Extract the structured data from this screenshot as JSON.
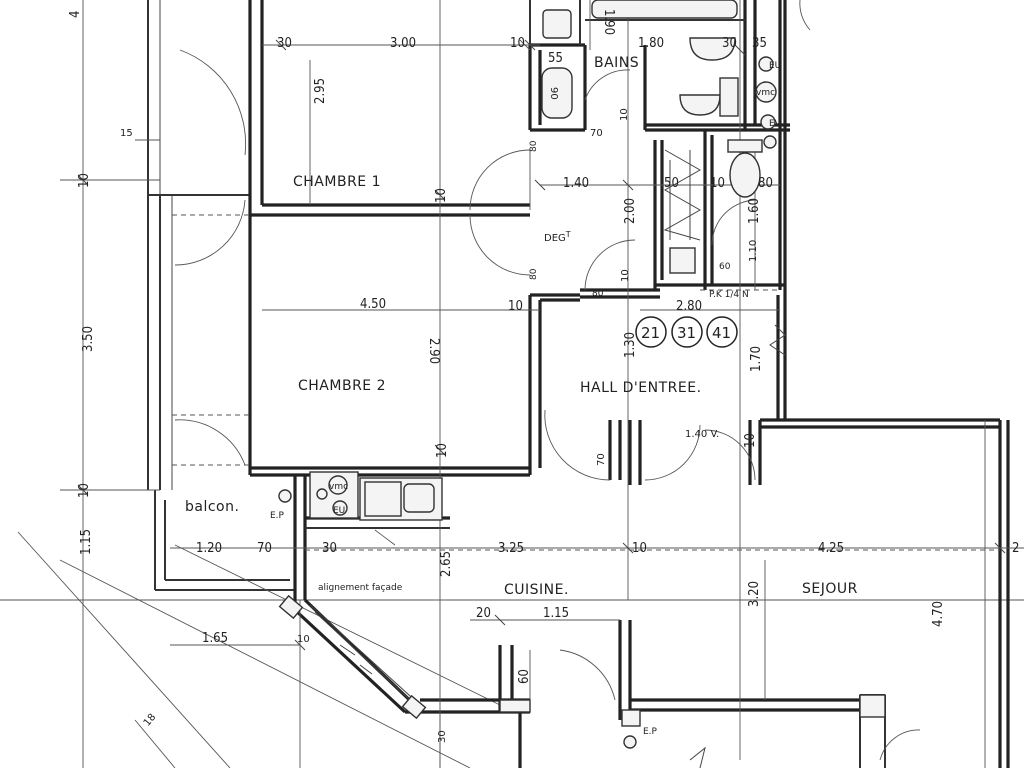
{
  "rooms": {
    "chambre1": "CHAMBRE 1",
    "chambre2": "CHAMBRE 2",
    "bains": "BAINS",
    "deg": "DEG",
    "deg_sup": "T",
    "hall": "HALL D'ENTREE.",
    "cuisine": "CUISINE.",
    "sejour": "SEJOUR",
    "balcon": "balcon."
  },
  "apartment_numbers": [
    "21",
    "31",
    "41"
  ],
  "annotations": {
    "pkvn": "P.K 1/4 N",
    "v140": "1.40 V.",
    "ep_top": "E.P",
    "ep_bottom": "E.P",
    "vmc_bath": "vmc",
    "vmc_kitchen": "vmc",
    "eu_1": "EU",
    "ev_1": "EV",
    "eu_2": "EU",
    "alignement": "alignement façade"
  },
  "dimensions": {
    "d_300": "3.00",
    "d_30a": "30",
    "d_10a": "10",
    "d_190": "1.90",
    "d_180": "1.80",
    "d_30b": "30",
    "d_35": "35",
    "d_295": "2.95",
    "d_55": "55",
    "d_90": "90",
    "d_70a": "70",
    "d_10b": "10",
    "d_80a": "80",
    "d_140": "1.40",
    "d_50": "50",
    "d_10c": "10",
    "d_80b": "80",
    "d_200": "2.00",
    "d_160": "1.60",
    "d_10d": "10",
    "d_15": "15",
    "d_10e": "10",
    "d_350": "3.50",
    "d_450": "4.50",
    "d_10f": "10",
    "d_80c": "80",
    "d_10g": "10",
    "d_80d": "80",
    "d_280": "2.80",
    "d_60": "60",
    "d_110": "1.10",
    "d_290": "2.90",
    "d_130": "1.30",
    "d_170": "1.70",
    "d_10h": "10",
    "d_10i": "10",
    "d_70b": "70",
    "d_10j": "10",
    "d_10k": "10",
    "d_115": "1.15",
    "d_120": "1.20",
    "d_70c": "70",
    "d_30c": "30",
    "d_265": "2.65",
    "d_325": "3.25",
    "d_10l": "10",
    "d_425": "4.25",
    "d_2": "2",
    "d_320": "3.20",
    "d_470": "4.70",
    "d_20": "20",
    "d_115b": "1.15",
    "d_165": "1.65",
    "d_10m": "10",
    "d_60b": "60",
    "d_30d": "30",
    "d_18": "18",
    "d_4": "4"
  }
}
